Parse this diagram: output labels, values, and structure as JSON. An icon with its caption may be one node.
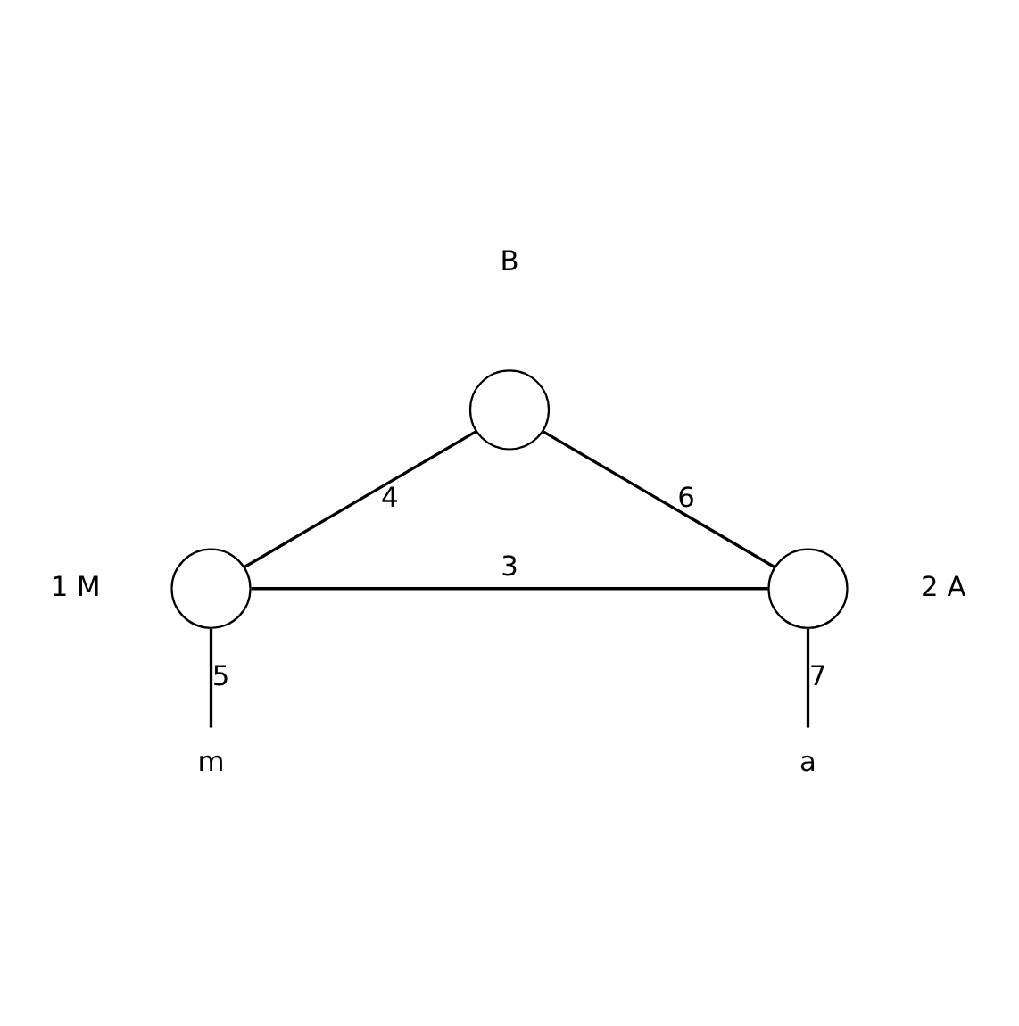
{
  "diagram": {
    "nodes": [
      {
        "text": [],
        "shape": "circle",
        "beside": [
          "B"
        ]
      },
      {
        "text": [],
        "shape": "circle",
        "beside": [
          "1",
          "M"
        ]
      },
      {
        "text": [],
        "shape": "circle",
        "beside": [
          "2",
          "A"
        ]
      },
      {
        "text": [
          "m"
        ]
      },
      {
        "text": [
          "a"
        ]
      }
    ],
    "edges": [
      {
        "from": 0,
        "to": 1,
        "arrow": "none",
        "label": "4"
      },
      {
        "from": 0,
        "to": 2,
        "arrow": "none",
        "label": "6"
      },
      {
        "from": 1,
        "to": 2,
        "arrow": "none",
        "label": "3"
      },
      {
        "from": 1,
        "to": 3,
        "arrow": "none",
        "label": "5"
      },
      {
        "from": 2,
        "to": 4,
        "arrow": "none",
        "label": "7"
      }
    ]
  }
}
